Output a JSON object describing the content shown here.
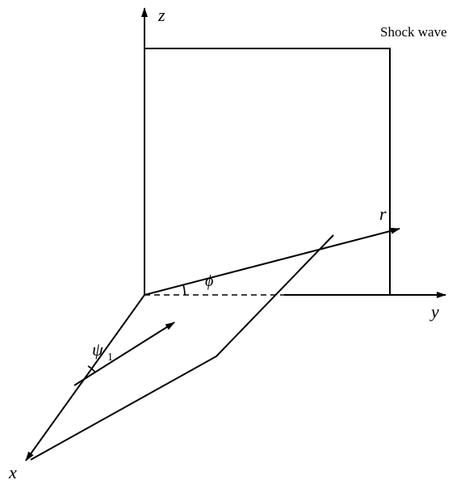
{
  "diagram": {
    "labels": {
      "z_axis": "z",
      "y_axis": "y",
      "x_axis": "x",
      "r_vector": "r",
      "phi_angle": "ϕ",
      "psi_angle": "ψ",
      "psi_subscript": "1",
      "shock_wave": "Shock wave"
    },
    "colors": {
      "ink": "#000000",
      "background": "#ffffff"
    }
  }
}
